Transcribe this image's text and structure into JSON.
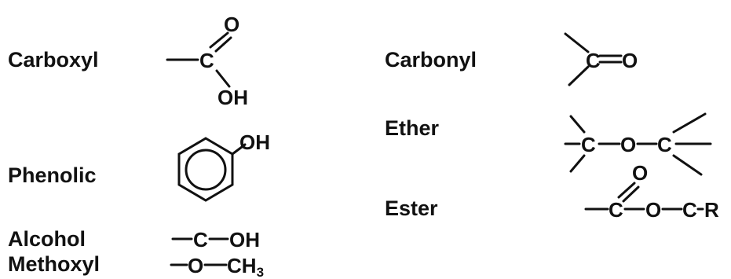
{
  "groups": {
    "carboxyl": {
      "name": "Carboxyl",
      "c": "C",
      "o": "O",
      "oh": "OH"
    },
    "carbonyl": {
      "name": "Carbonyl",
      "c": "C",
      "o": "O"
    },
    "ether": {
      "name": "Ether",
      "c1": "C",
      "o": "O",
      "c2": "C"
    },
    "phenolic": {
      "name": "Phenolic",
      "oh": "OH"
    },
    "ester": {
      "name": "Ester",
      "o_top": "O",
      "c1": "C",
      "o": "O",
      "c2": "C",
      "r": "R"
    },
    "alcohol": {
      "name": "Alcohol",
      "c": "C",
      "oh": "OH"
    },
    "methoxyl": {
      "name": "Methoxyl",
      "o": "O",
      "ch": "CH",
      "sub": "3"
    }
  }
}
